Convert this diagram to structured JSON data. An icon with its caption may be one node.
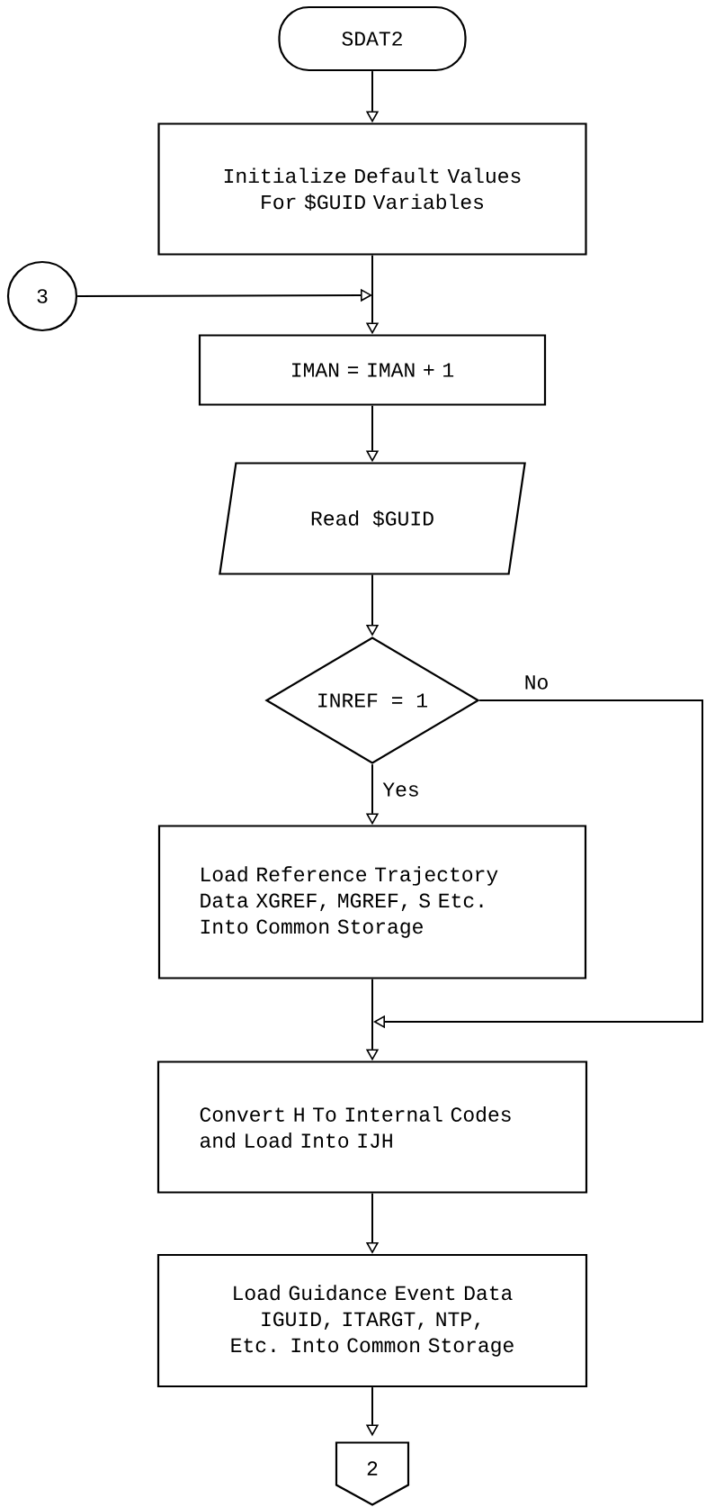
{
  "diagram": {
    "nodes": [
      {
        "text": [
          "SDAT2"
        ]
      },
      {
        "text": [
          "Initialize Default Values For $GUID Variables"
        ]
      },
      {
        "text": [
          "3"
        ]
      },
      {
        "text": [
          "IMAN = IMAN + 1"
        ]
      },
      {
        "text": [
          "Read $GUID"
        ]
      },
      {
        "text": [
          "INREF = 1"
        ]
      },
      {
        "text": [
          "Load Reference Trajectory Data XGREF, MGREF, S Etc. Into Common Storage"
        ]
      },
      {
        "text": [
          "Convert H To Internal Codes and Load Into IJH"
        ]
      },
      {
        "text": [
          "Load Guidance Event Data IGUID, ITARGT, NTP, Etc. Into Common Storage"
        ]
      },
      {
        "text": [
          "2"
        ]
      }
    ],
    "edges": [
      {
        "from": 0,
        "to": 1,
        "arrow": "to"
      },
      {
        "from": 1,
        "to": 3,
        "arrow": "to"
      },
      {
        "from": 2,
        "to": 3,
        "arrow": "to"
      },
      {
        "from": 3,
        "to": 4,
        "arrow": "to"
      },
      {
        "from": 4,
        "to": 5,
        "arrow": "to"
      },
      {
        "from": 5,
        "to": 6,
        "arrow": "to",
        "label": "Yes"
      },
      {
        "from": 5,
        "to": 7,
        "arrow": "to",
        "label": "No"
      },
      {
        "from": 6,
        "to": 7,
        "arrow": "to"
      },
      {
        "from": 7,
        "to": 8,
        "arrow": "to"
      },
      {
        "from": 8,
        "to": 9,
        "arrow": "to"
      }
    ]
  }
}
